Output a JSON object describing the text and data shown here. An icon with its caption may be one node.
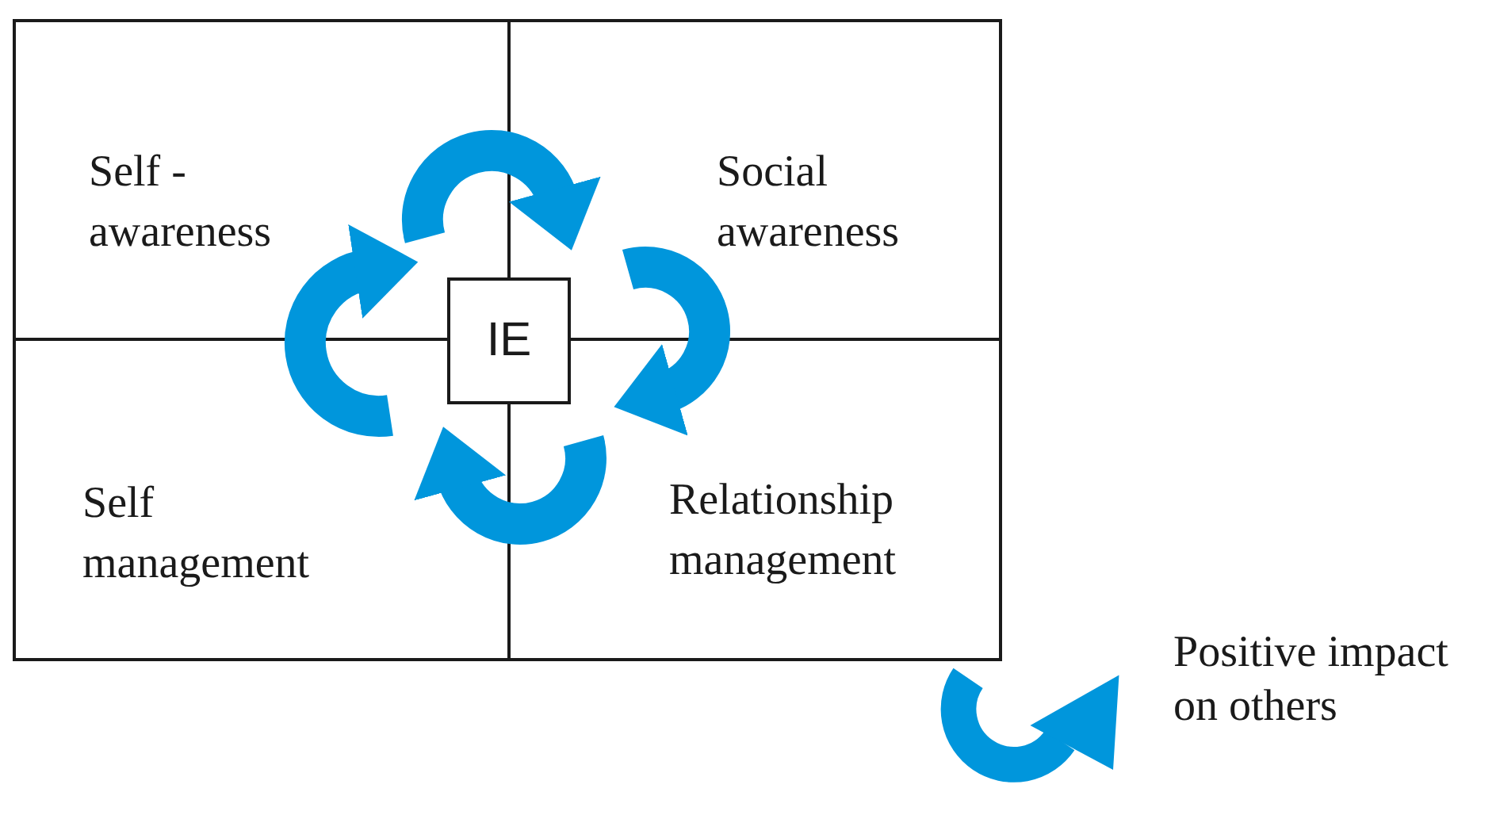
{
  "diagram": {
    "nodes": [
      {
        "text": [
          "Self -awareness"
        ]
      },
      {
        "text": [
          "Social awareness"
        ]
      },
      {
        "text": [
          "Self management"
        ]
      },
      {
        "text": [
          "Relationship management"
        ]
      },
      {
        "text": [
          "IE"
        ]
      }
    ],
    "edges": [
      {
        "from": 0,
        "to": 1,
        "arrow": "to"
      },
      {
        "from": 1,
        "to": 3,
        "arrow": "to"
      },
      {
        "from": 3,
        "to": 2,
        "arrow": "to"
      },
      {
        "from": 2,
        "to": 0,
        "arrow": "to"
      }
    ],
    "legend": [
      {
        "text": "Positive impact on others"
      }
    ]
  }
}
